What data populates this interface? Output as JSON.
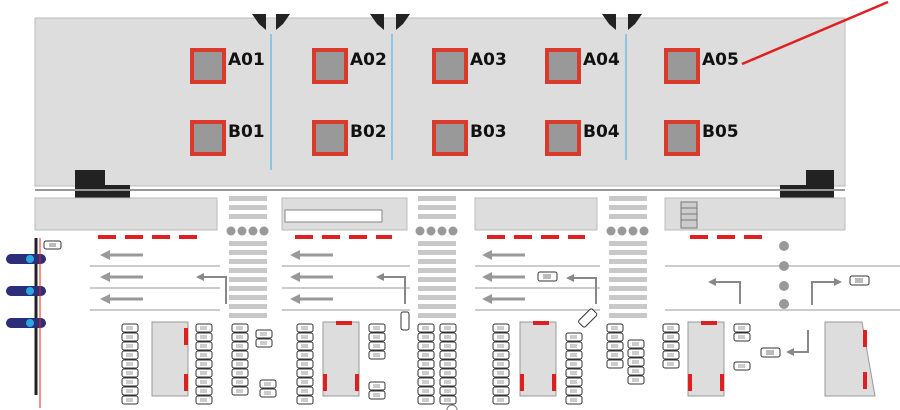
{
  "colors": {
    "platform": "#dddddd",
    "road": "#ffffff",
    "pillar_fill": "#999999",
    "pillar_border": "#d93a2b",
    "accent": "#e02020",
    "dark": "#222222",
    "arrow": "#999999",
    "car": "#cccccc",
    "light_pole": "#2b2f7a",
    "light_head": "#2aa9e0",
    "guide_line": "#3fa9e6"
  },
  "pillars": [
    {
      "label": "A01"
    },
    {
      "label": "A02"
    },
    {
      "label": "A03"
    },
    {
      "label": "A04"
    },
    {
      "label": "A05"
    },
    {
      "label": "B01"
    },
    {
      "label": "B02"
    },
    {
      "label": "B03"
    },
    {
      "label": "B04"
    },
    {
      "label": "B05"
    }
  ],
  "icons": {
    "gate": "gate-icon",
    "stair": "stair-icon",
    "car": "car-icon",
    "traffic_light": "traffic-light-icon",
    "arrow": "arrow-icon",
    "crosswalk": "crosswalk-icon"
  }
}
